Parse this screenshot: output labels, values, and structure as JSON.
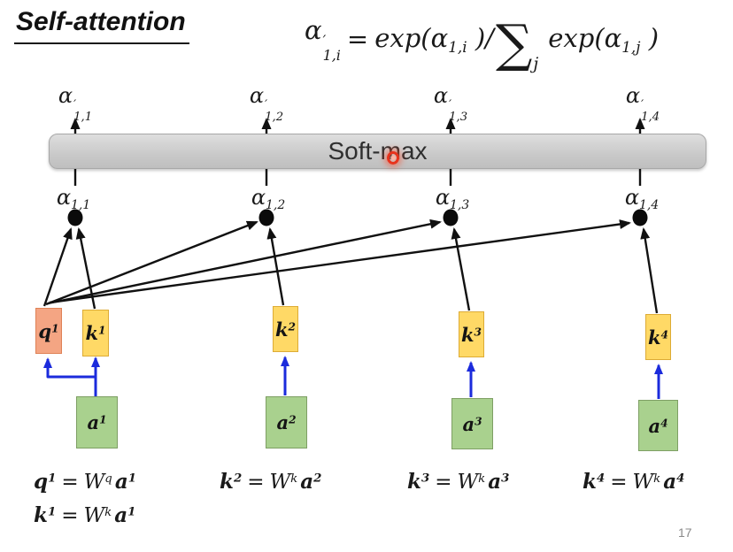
{
  "slide": {
    "title": "Self-attention",
    "page_number": "17",
    "softmax_label": "Soft-max",
    "formula": {
      "lhs_base": "α",
      "lhs_prime": "′",
      "lhs_sub": "1,i",
      "equals": "=",
      "num_pre": "exp(α",
      "num_sub": "1,i",
      "num_close": ")/",
      "sum": "∑",
      "sum_sub": "j",
      "den_pre": "exp(α",
      "den_sub": "1,j",
      "den_close": ")"
    },
    "outputs": [
      {
        "base": "α",
        "prime": "′",
        "sub": "1,1"
      },
      {
        "base": "α",
        "prime": "′",
        "sub": "1,2"
      },
      {
        "base": "α",
        "prime": "′",
        "sub": "1,3"
      },
      {
        "base": "α",
        "prime": "′",
        "sub": "1,4"
      }
    ],
    "scores": [
      {
        "base": "α",
        "sub": "1,1"
      },
      {
        "base": "α",
        "sub": "1,2"
      },
      {
        "base": "α",
        "sub": "1,3"
      },
      {
        "base": "α",
        "sub": "1,4"
      }
    ],
    "nodes": {
      "q1": {
        "base": "q",
        "sup": "1"
      },
      "k1": {
        "base": "k",
        "sup": "1"
      },
      "k2": {
        "base": "k",
        "sup": "2"
      },
      "k3": {
        "base": "k",
        "sup": "3"
      },
      "k4": {
        "base": "k",
        "sup": "4"
      },
      "a1": {
        "base": "a",
        "sup": "1"
      },
      "a2": {
        "base": "a",
        "sup": "2"
      },
      "a3": {
        "base": "a",
        "sup": "3"
      },
      "a4": {
        "base": "a",
        "sup": "4"
      }
    },
    "equations": [
      {
        "lhs": "q",
        "lhs_sup": "1",
        "eq": "=",
        "w": "W",
        "w_sup": "q",
        "rhs": "a",
        "rhs_sup": "1"
      },
      {
        "lhs": "k",
        "lhs_sup": "2",
        "eq": "=",
        "w": "W",
        "w_sup": "k",
        "rhs": "a",
        "rhs_sup": "2"
      },
      {
        "lhs": "k",
        "lhs_sup": "3",
        "eq": "=",
        "w": "W",
        "w_sup": "k",
        "rhs": "a",
        "rhs_sup": "3"
      },
      {
        "lhs": "k",
        "lhs_sup": "4",
        "eq": "=",
        "w": "W",
        "w_sup": "k",
        "rhs": "a",
        "rhs_sup": "4"
      },
      {
        "lhs": "k",
        "lhs_sup": "1",
        "eq": "=",
        "w": "W",
        "w_sup": "k",
        "rhs": "a",
        "rhs_sup": "1"
      }
    ],
    "colors": {
      "q_fill": "#f4a583",
      "q_border": "#df8256",
      "k_fill": "#ffd966",
      "k_border": "#ddab35",
      "a_fill": "#a9d18e",
      "a_border": "#7e9f64",
      "bar_fill": "#cccccc",
      "bar_border": "#a8a8a8",
      "arrow_black": "#111111",
      "arrow_blue": "#1b2bdc",
      "laser_red": "#e8321c",
      "page_num_gray": "#8a8a8a"
    }
  }
}
